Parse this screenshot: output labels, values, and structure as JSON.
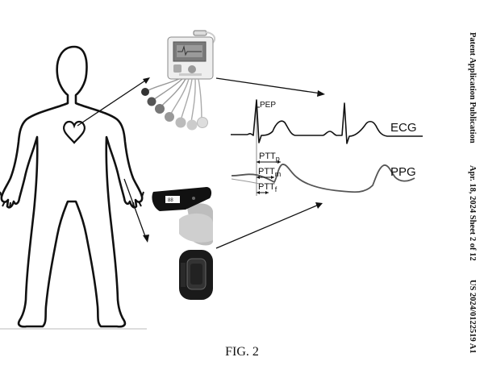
{
  "figure": {
    "caption": "FIG. 2",
    "labels": {
      "ecg": "ECG",
      "ppg": "PPG",
      "pep": "PEP",
      "ptt_p": "PTT",
      "ptt_p_sub": "p",
      "ptt_m": "PTT",
      "ptt_m_sub": "m",
      "ptt_f": "PTT",
      "ptt_f_sub": "f"
    }
  },
  "header": {
    "publication": "Patent Application Publication",
    "date_sheet": "Apr. 18, 2024  Sheet 2 of 12",
    "number": "US 2024/0122519 A1"
  }
}
